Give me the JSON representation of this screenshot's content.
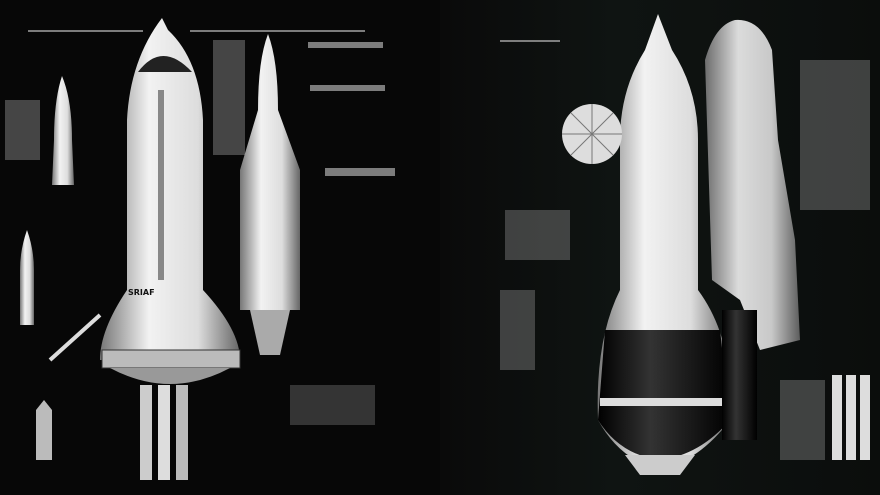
{
  "image": {
    "description": "Two side-by-side black and white rocket blueprint illustrations",
    "left_panel": {
      "subject": "white rocket with schematic annotations",
      "label": "SRIAF"
    },
    "right_panel": {
      "subject": "black and white rocket with space station module and dish"
    },
    "colors": {
      "background": "#060606",
      "rocket_white": "#e8e8e8",
      "lines": "#bbbbbb"
    }
  }
}
